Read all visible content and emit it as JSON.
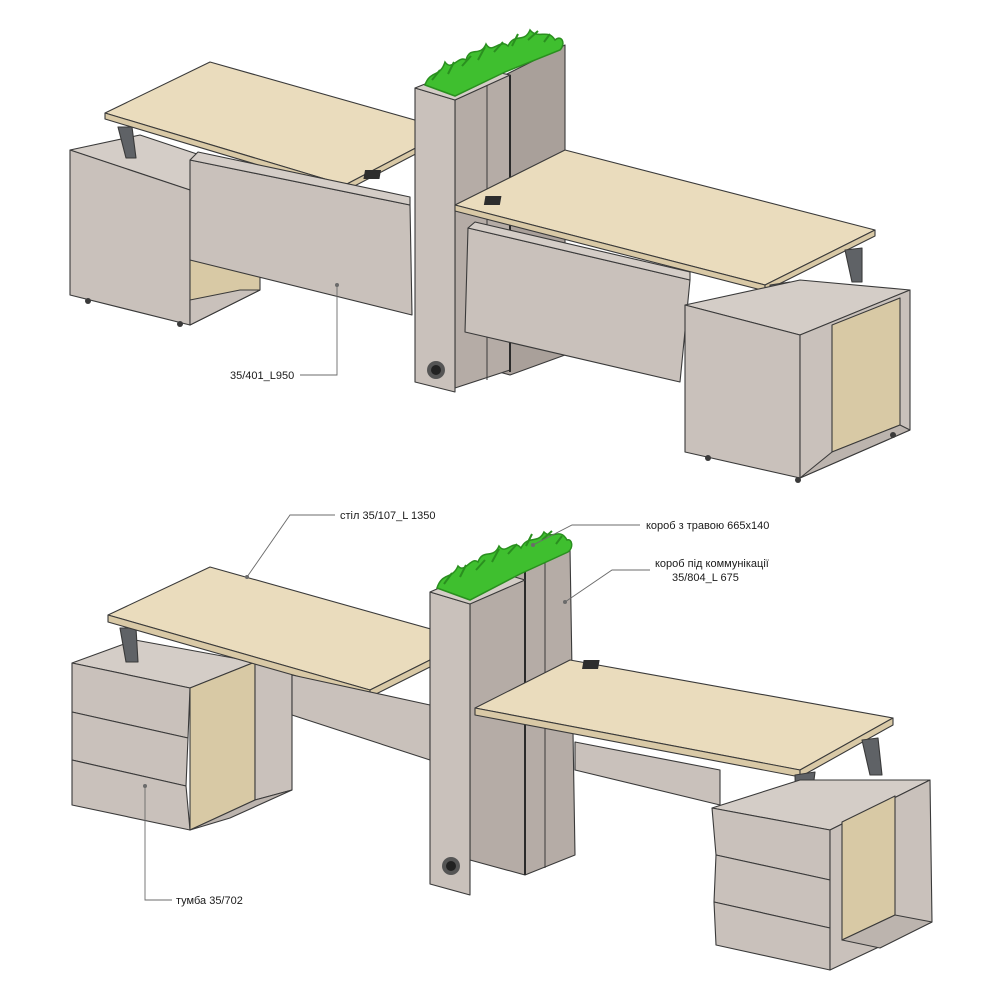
{
  "colors": {
    "desktop": "#eadcbd",
    "desk_edge": "#d9c9a6",
    "panel": "#c9c1bb",
    "panel_dark": "#b5aca6",
    "panel_light": "#d4cdc7",
    "veneer": "#d8c9a5",
    "leg": "#5f6266",
    "grass": "#3fbf2f",
    "grass_dark": "#2a8f1f",
    "line": "#3a3a3a"
  },
  "labels": {
    "screen_code": "35/401_L950",
    "desk_code": "стіл 35/107_L 1350",
    "grass_box": "короб з травою 665x140",
    "comm_box_line1": "короб під коммунікації",
    "comm_box_line2": "35/804_L 675",
    "pedestal": "тумба 35/702"
  },
  "icons": {
    "cable_port": "cable-grommet-icon",
    "cable_hole": "cable-outlet-icon",
    "grass": "artificial-grass-icon"
  }
}
